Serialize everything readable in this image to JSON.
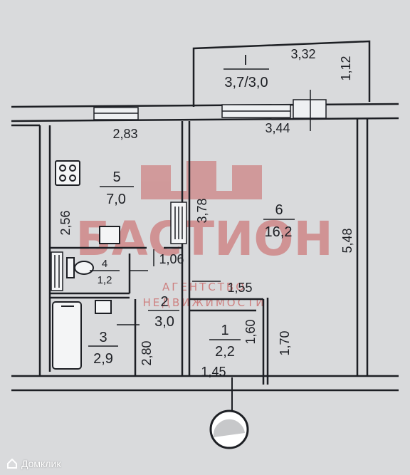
{
  "balcony": {
    "number": "I",
    "area": "3,7/3,0",
    "width": "3,32",
    "depth": "1,12"
  },
  "rooms": {
    "kitchen": {
      "number": "5",
      "area": "7,0"
    },
    "living_room": {
      "number": "6",
      "area": "16,2"
    },
    "toilet": {
      "number": "4",
      "area": "1,2"
    },
    "corridor": {
      "number": "2",
      "area": "3,0"
    },
    "bathroom": {
      "number": "3",
      "area": "2,9"
    },
    "hall": {
      "number": "1",
      "area": "2,2"
    }
  },
  "dimensions": {
    "kitchen_width": "2,83",
    "room_width": "3,44",
    "kitchen_depth": "2,56",
    "partition": "3,78",
    "room_depth": "5,48",
    "wc_width": "1,06",
    "hall_width": "1,55",
    "hall_depth_left": "1,60",
    "hall_depth_right": "1,70",
    "corridor_depth": "2,80",
    "entrance_width": "1,45"
  },
  "watermark": {
    "title": "БАСТИОН",
    "line1": "АГЕНТСТВО",
    "line2": "НЕДВИЖИМОСТИ"
  },
  "footer": {
    "brand": "Домклик"
  },
  "colors": {
    "background": "#d9dadc",
    "ink": "#1d1f24",
    "watermark": "#c95a5a"
  }
}
